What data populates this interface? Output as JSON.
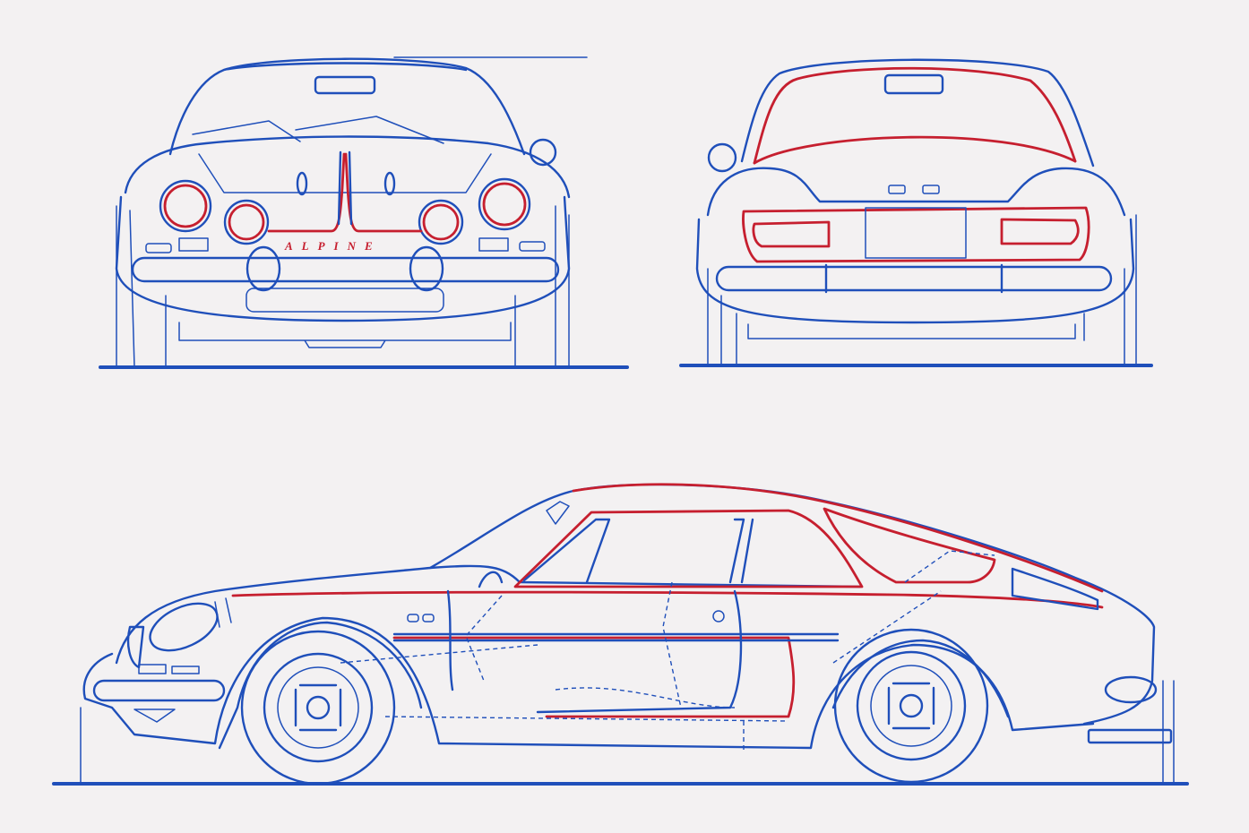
{
  "drawing": {
    "title_views": [
      "front-view",
      "rear-view",
      "side-view"
    ],
    "front_badge": "ALPINE",
    "colors": {
      "background": "#f3f1f2",
      "line_blue": "#1f4fba",
      "accent_red": "#c61f2f"
    }
  }
}
